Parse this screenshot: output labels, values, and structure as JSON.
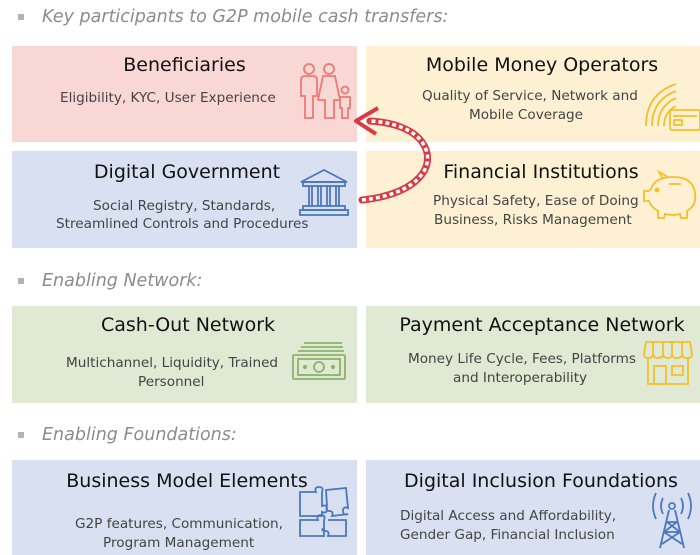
{
  "sections": {
    "participants": "Key participants to G2P mobile cash transfers:",
    "network": "Enabling Network:",
    "foundations": "Enabling Foundations:"
  },
  "boxes": {
    "beneficiaries": {
      "title": "Beneficiaries",
      "desc": "Eligibility, KYC, User Experience"
    },
    "mobile_operators": {
      "title": "Mobile Money Operators",
      "desc_line1": "Quality of Service, Network and",
      "desc_line2": "Mobile  Coverage"
    },
    "digital_government": {
      "title": "Digital Government",
      "desc_line1": "Social Registry, Standards,",
      "desc_line2": "Streamlined Controls and Procedures"
    },
    "financial_institutions": {
      "title": "Financial Institutions",
      "desc_line1": "Physical Safety, Ease of Doing",
      "desc_line2": "Business,  Risks Management"
    },
    "cash_out": {
      "title": "Cash-Out Network",
      "desc_line1": "Multichannel, Liquidity, Trained",
      "desc_line2": "Personnel"
    },
    "payment_acceptance": {
      "title": "Payment Acceptance Network",
      "desc_line1": "Money Life Cycle, Fees, Platforms",
      "desc_line2": "and Interoperability"
    },
    "business_model": {
      "title": "Business Model Elements",
      "desc_line1": "G2P features, Communication,",
      "desc_line2": "Program Management"
    },
    "digital_inclusion": {
      "title": "Digital Inclusion Foundations",
      "desc_line1": "Digital Access and Affordability,",
      "desc_line2": "Gender Gap, Financial Inclusion"
    }
  },
  "colors": {
    "pink": "#f9d7d5",
    "yellow": "#fdf0d3",
    "blue": "#d9e0f1",
    "green": "#dfe9d4",
    "icon_red": "#ec7a74",
    "icon_yellow": "#f4bf2a",
    "icon_blue": "#4a78c0",
    "icon_green": "#8cb36a",
    "arrow": "#d93a45"
  },
  "icons": [
    "family-icon",
    "contactless-payment-icon",
    "government-building-icon",
    "piggy-bank-icon",
    "cash-stack-icon",
    "storefront-icon",
    "puzzle-icon",
    "cell-tower-icon"
  ]
}
